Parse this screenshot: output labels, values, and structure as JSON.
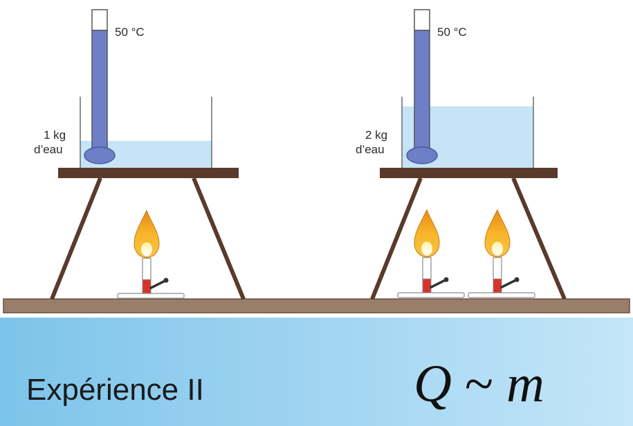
{
  "setups": [
    {
      "mass_label_line1": "1 kg",
      "mass_label_line2": "d’eau",
      "temperature": "50 °C",
      "burners": 1
    },
    {
      "mass_label_line1": "2 kg",
      "mass_label_line2": "d’eau",
      "temperature": "50 °C",
      "burners": 2
    }
  ],
  "caption": "Expérience II",
  "formula": {
    "lhs": "Q",
    "relation": "~",
    "rhs": "m"
  },
  "colors": {
    "stand": "#5a3a2a",
    "floor": "#9a7e6c",
    "water": "#c6e4f6",
    "thermometer_fluid": "#6e7fc7",
    "burner_base": "#d7332a",
    "flame_outer": "#f4a31c",
    "flame_inner": "#fff6b0",
    "banner_left": "#7dc4ea",
    "banner_right": "#c4e6f8"
  }
}
